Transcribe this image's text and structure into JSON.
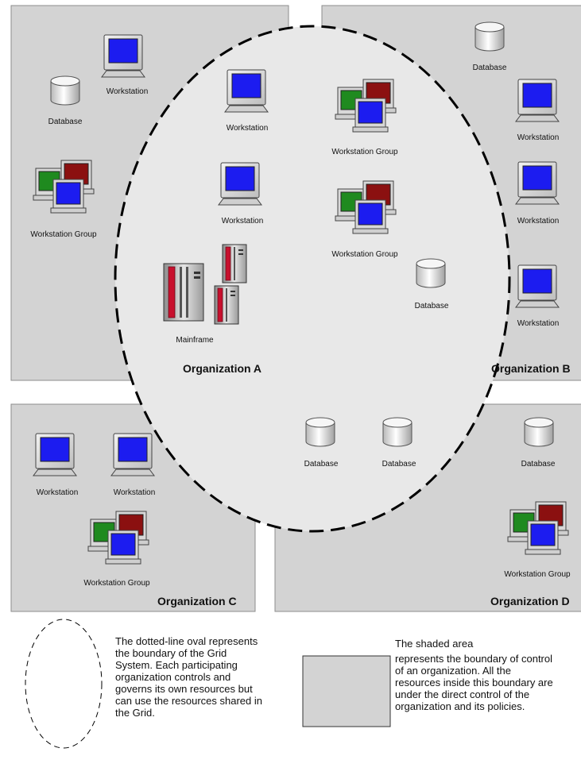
{
  "organizations": {
    "a": {
      "label": "Organization A"
    },
    "b": {
      "label": "Organization B"
    },
    "c": {
      "label": "Organization C"
    },
    "d": {
      "label": "Organization D"
    }
  },
  "resources": {
    "a_workstation_1": "Workstation",
    "a_database": "Database",
    "a_workstation_2": "Workstation",
    "a_workstation_group": "Workstation Group",
    "a_workstation_3": "Workstation",
    "a_mainframe": "Mainframe",
    "b_database": "Database",
    "b_workstation_group_1": "Workstation Group",
    "b_workstation_1": "Workstation",
    "b_workstation_2": "Workstation",
    "b_workstation_group_2": "Workstation Group",
    "b_database_2": "Database",
    "b_workstation_3": "Workstation",
    "c_workstation_1": "Workstation",
    "c_workstation_2": "Workstation",
    "c_workstation_group": "Workstation Group",
    "d_database_1": "Database",
    "d_database_2": "Database",
    "d_database_3": "Database",
    "d_workstation_group": "Workstation Group"
  },
  "legend": {
    "oval_text": "The dotted-line oval represents the boundary of the Grid System. Each participating organization controls and governs its own resources but can use the resources shared in the Grid.",
    "shade_text_1": "The shaded area",
    "shade_text_2": "represents the boundary of control of an organization. All the resources inside this boundary are under the direct control of the organization and its policies."
  },
  "colors": {
    "org_fill": "#d3d3d3",
    "org_stroke": "#8c8c8c",
    "grid_fill": "#e8e8e8",
    "screen_blue": "#1c1cf0",
    "screen_green": "#1f8a1f",
    "screen_red": "#8b1010",
    "mainframe_red": "#c8102e"
  }
}
